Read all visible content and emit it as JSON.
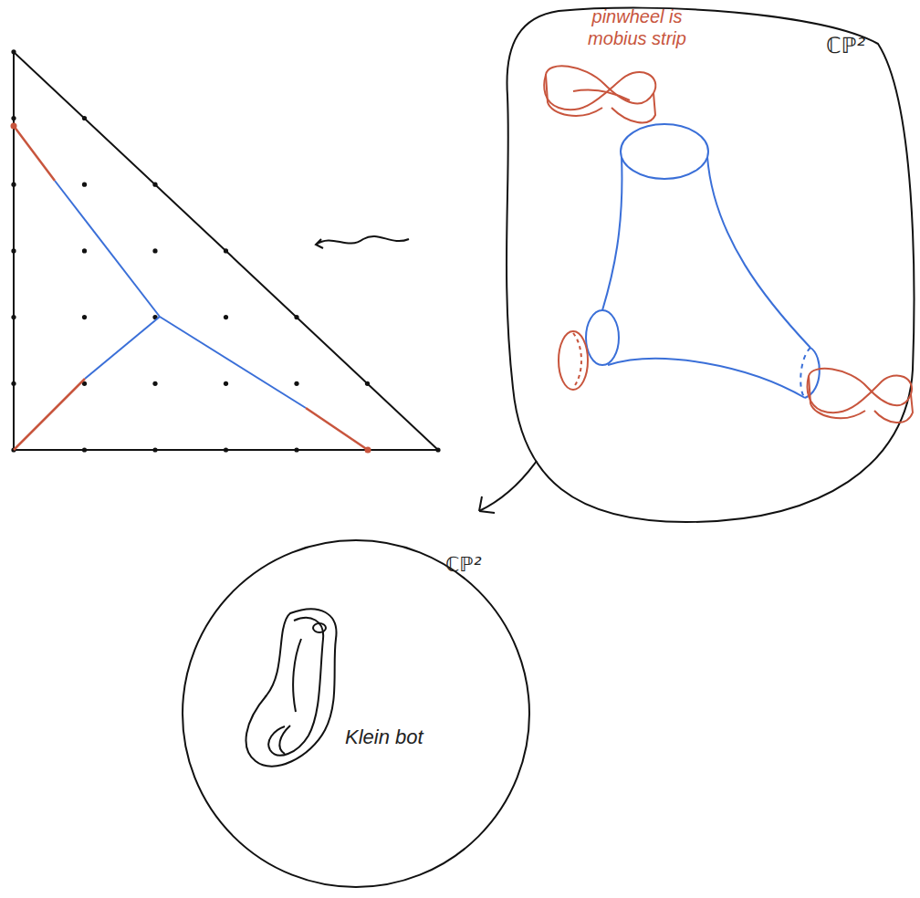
{
  "diagram": {
    "labels": [
      "pinwheel is mobius strip",
      "ℂℙ²",
      "ℂℙ²",
      "Klein bot"
    ]
  }
}
